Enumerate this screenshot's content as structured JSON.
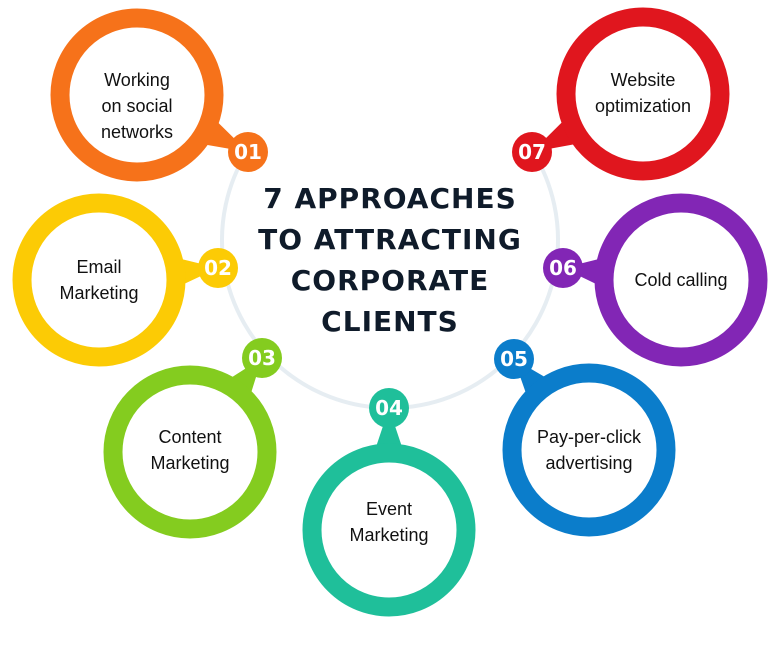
{
  "title": {
    "lines": [
      "7 APPROACHES",
      "TO ATTRACTING",
      "CORPORATE",
      "CLIENTS"
    ]
  },
  "connector_color": "#e6edf2",
  "approaches": [
    {
      "number": "01",
      "lines": [
        "Working",
        "on social",
        "networks"
      ],
      "color": "#f6721a"
    },
    {
      "number": "02",
      "lines": [
        "Email",
        "Marketing"
      ],
      "color": "#fccb05"
    },
    {
      "number": "03",
      "lines": [
        "Content",
        "Marketing"
      ],
      "color": "#84cc1f"
    },
    {
      "number": "04",
      "lines": [
        "Event",
        "Marketing"
      ],
      "color": "#1fbf9a"
    },
    {
      "number": "05",
      "lines": [
        "Pay-per-click",
        "advertising"
      ],
      "color": "#0b7dcb"
    },
    {
      "number": "06",
      "lines": [
        "Cold calling"
      ],
      "color": "#8226b5"
    },
    {
      "number": "07",
      "lines": [
        "Website",
        "optimization"
      ],
      "color": "#e0161e"
    }
  ]
}
